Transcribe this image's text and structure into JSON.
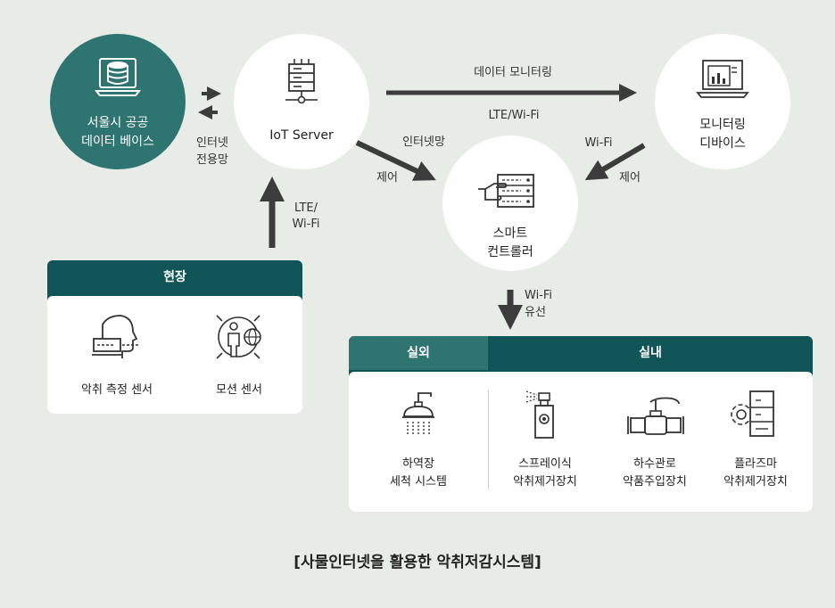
{
  "nodes": {
    "seoul_db": {
      "line1": "서울시 공공",
      "line2": "데이터 베이스"
    },
    "iot_server": {
      "label": "IoT Server"
    },
    "monitoring": {
      "line1": "모니터링",
      "line2": "디바이스"
    },
    "controller": {
      "line1": "스마트",
      "line2": "컨트롤러"
    }
  },
  "links": {
    "internet_line1": "인터넷",
    "internet_line2": "전용망",
    "data_monitoring": "데이터 모니터링",
    "lte_wifi": "LTE/Wi-Fi",
    "internet_net": "인터넷망",
    "control_left": "제어",
    "wifi_right": "Wi-Fi",
    "control_right": "제어",
    "lte_line1": "LTE/",
    "lte_line2": "Wi-Fi",
    "wifi_wired_line1": "Wi-Fi",
    "wifi_wired_line2": "유선"
  },
  "field": {
    "title": "현장",
    "items": [
      {
        "label": "악취 측정 센서",
        "icon": "odor-sensor-icon"
      },
      {
        "label": "모션 센서",
        "icon": "motion-sensor-icon"
      }
    ]
  },
  "devices": {
    "outdoor_title": "실외",
    "indoor_title": "실내",
    "items": [
      {
        "line1": "하역장",
        "line2": "세척 시스템",
        "icon": "shower-icon"
      },
      {
        "line1": "스프레이식",
        "line2": "악취제거장치",
        "icon": "spray-icon"
      },
      {
        "line1": "하수관로",
        "line2": "약품주입장치",
        "icon": "pipe-valve-icon"
      },
      {
        "line1": "플라즈마",
        "line2": "악취제거장치",
        "icon": "plasma-device-icon"
      }
    ]
  },
  "caption": "[사물인터넷을 활용한 악취저감시스템]",
  "colors": {
    "dark_teal": "#125558",
    "mid_teal": "#2e7470",
    "arrow": "#3c3c3c",
    "background": "#e8ece6"
  }
}
